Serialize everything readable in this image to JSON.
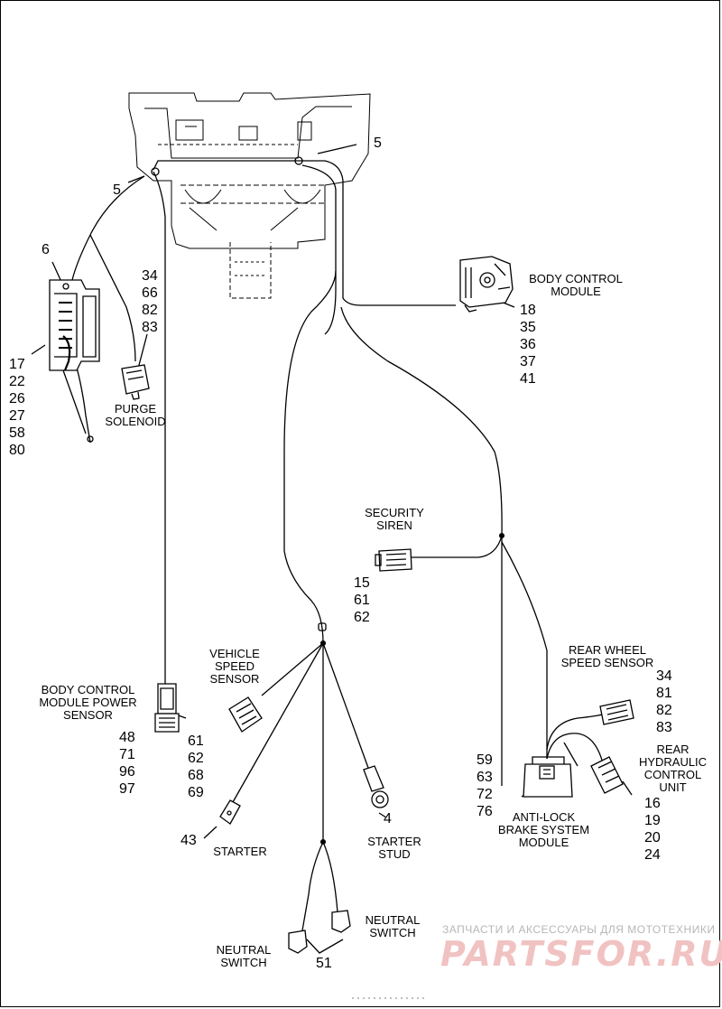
{
  "labels": {
    "body_control_module": [
      "BODY CONTROL",
      "MODULE"
    ],
    "purge_solenoid": [
      "PURGE",
      "SOLENOID"
    ],
    "security_siren": [
      "SECURITY",
      "SIREN"
    ],
    "vehicle_speed_sensor": [
      "VEHICLE",
      "SPEED",
      "SENSOR"
    ],
    "rear_wheel_speed_sensor": [
      "REAR WHEEL",
      "SPEED SENSOR"
    ],
    "bcm_power_sensor": [
      "BODY CONTROL",
      "MODULE POWER",
      "SENSOR"
    ],
    "rear_hydraulic_control_unit": [
      "REAR",
      "HYDRAULIC",
      "CONTROL",
      "UNIT"
    ],
    "abs_module": [
      "ANTI-LOCK",
      "BRAKE SYSTEM",
      "MODULE"
    ],
    "starter": "STARTER",
    "starter_stud": [
      "STARTER",
      "STUD"
    ],
    "neutral_switch_right": [
      "NEUTRAL",
      "SWITCH"
    ],
    "neutral_switch_left": [
      "NEUTRAL",
      "SWITCH"
    ]
  },
  "callouts": {
    "ground_5_right": "5",
    "ground_5_left": "5",
    "item_6": "6",
    "left_stack": [
      "17",
      "22",
      "26",
      "27",
      "58",
      "80"
    ],
    "purge_stack": [
      "34",
      "66",
      "82",
      "83"
    ],
    "bcm_stack": [
      "18",
      "35",
      "36",
      "37",
      "41"
    ],
    "siren_stack": [
      "15",
      "61",
      "62"
    ],
    "vss_stack": [
      "61",
      "62",
      "68",
      "69"
    ],
    "bcm_power_stack": [
      "48",
      "71",
      "96",
      "97"
    ],
    "rwss_stack": [
      "34",
      "81",
      "82",
      "83"
    ],
    "hcu_stack": [
      "16",
      "19",
      "20",
      "24"
    ],
    "abs_stack": [
      "59",
      "63",
      "72",
      "76"
    ],
    "starter_num": "43",
    "starter_stud_num": "4",
    "neutral_num": "51"
  },
  "watermark": {
    "line1": "ЗАПЧАСТИ И АКСЕССУАРЫ ДЛЯ МОТОТЕХНИКИ",
    "line2": "PARTSFOR.RU"
  }
}
